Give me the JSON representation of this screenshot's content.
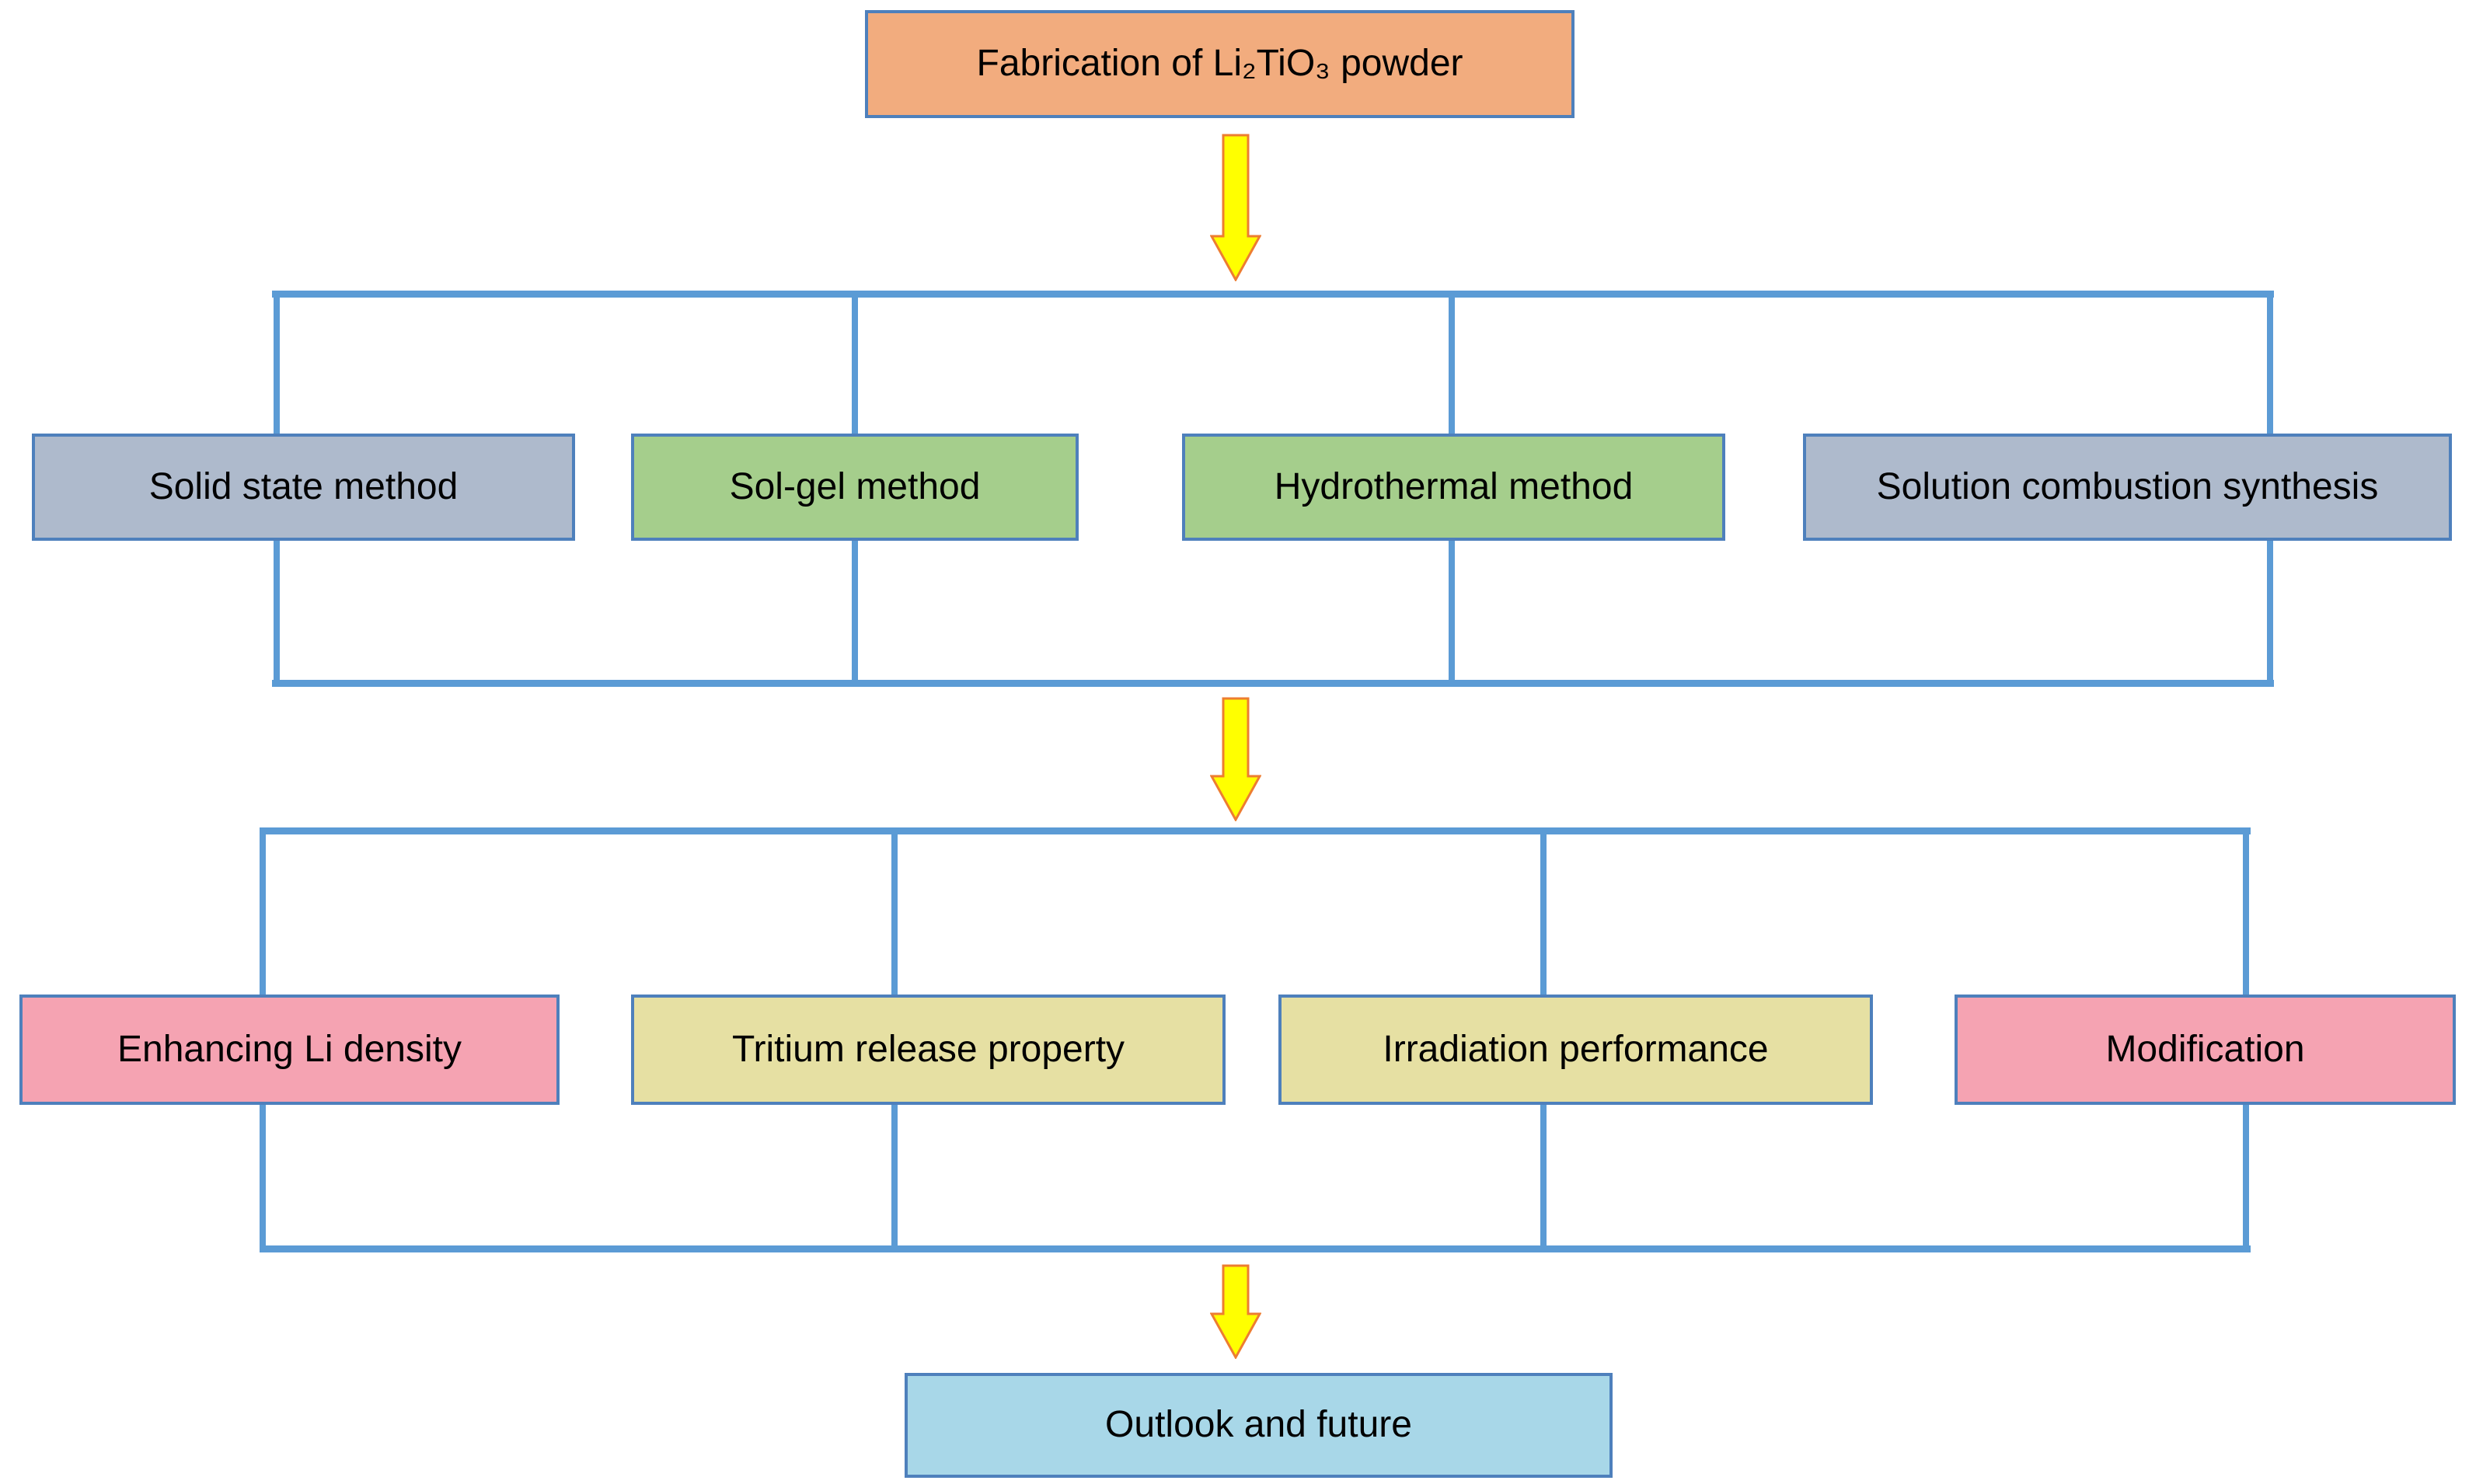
{
  "diagram": {
    "root": {
      "label": "Fabrication of Li₂TiO₃ powder",
      "fill": "#F2AC7E"
    },
    "methods": [
      {
        "label": "Solid state method",
        "fill": "#AEBACC"
      },
      {
        "label": "Sol-gel method",
        "fill": "#A5CE8C"
      },
      {
        "label": "Hydrothermal method",
        "fill": "#A5CE8C"
      },
      {
        "label": "Solution combustion synthesis",
        "fill": "#AEBACC"
      }
    ],
    "aspects": [
      {
        "label": "Enhancing Li density",
        "fill": "#F5A3B2"
      },
      {
        "label": "Tritium release property",
        "fill": "#E6E0A3"
      },
      {
        "label": "Irradiation performance",
        "fill": "#E6E0A3"
      },
      {
        "label": "Modification",
        "fill": "#F5A3B2"
      }
    ],
    "outcome": {
      "label": "Outlook and future",
      "fill": "#A8D7E8"
    },
    "colors": {
      "connector": "#5B9BD5",
      "box_border": "#4E80BC",
      "arrow_fill": "#FFFF00",
      "arrow_border": "#ED7D31",
      "background": "#FFFFFF",
      "text": "#000000"
    }
  }
}
